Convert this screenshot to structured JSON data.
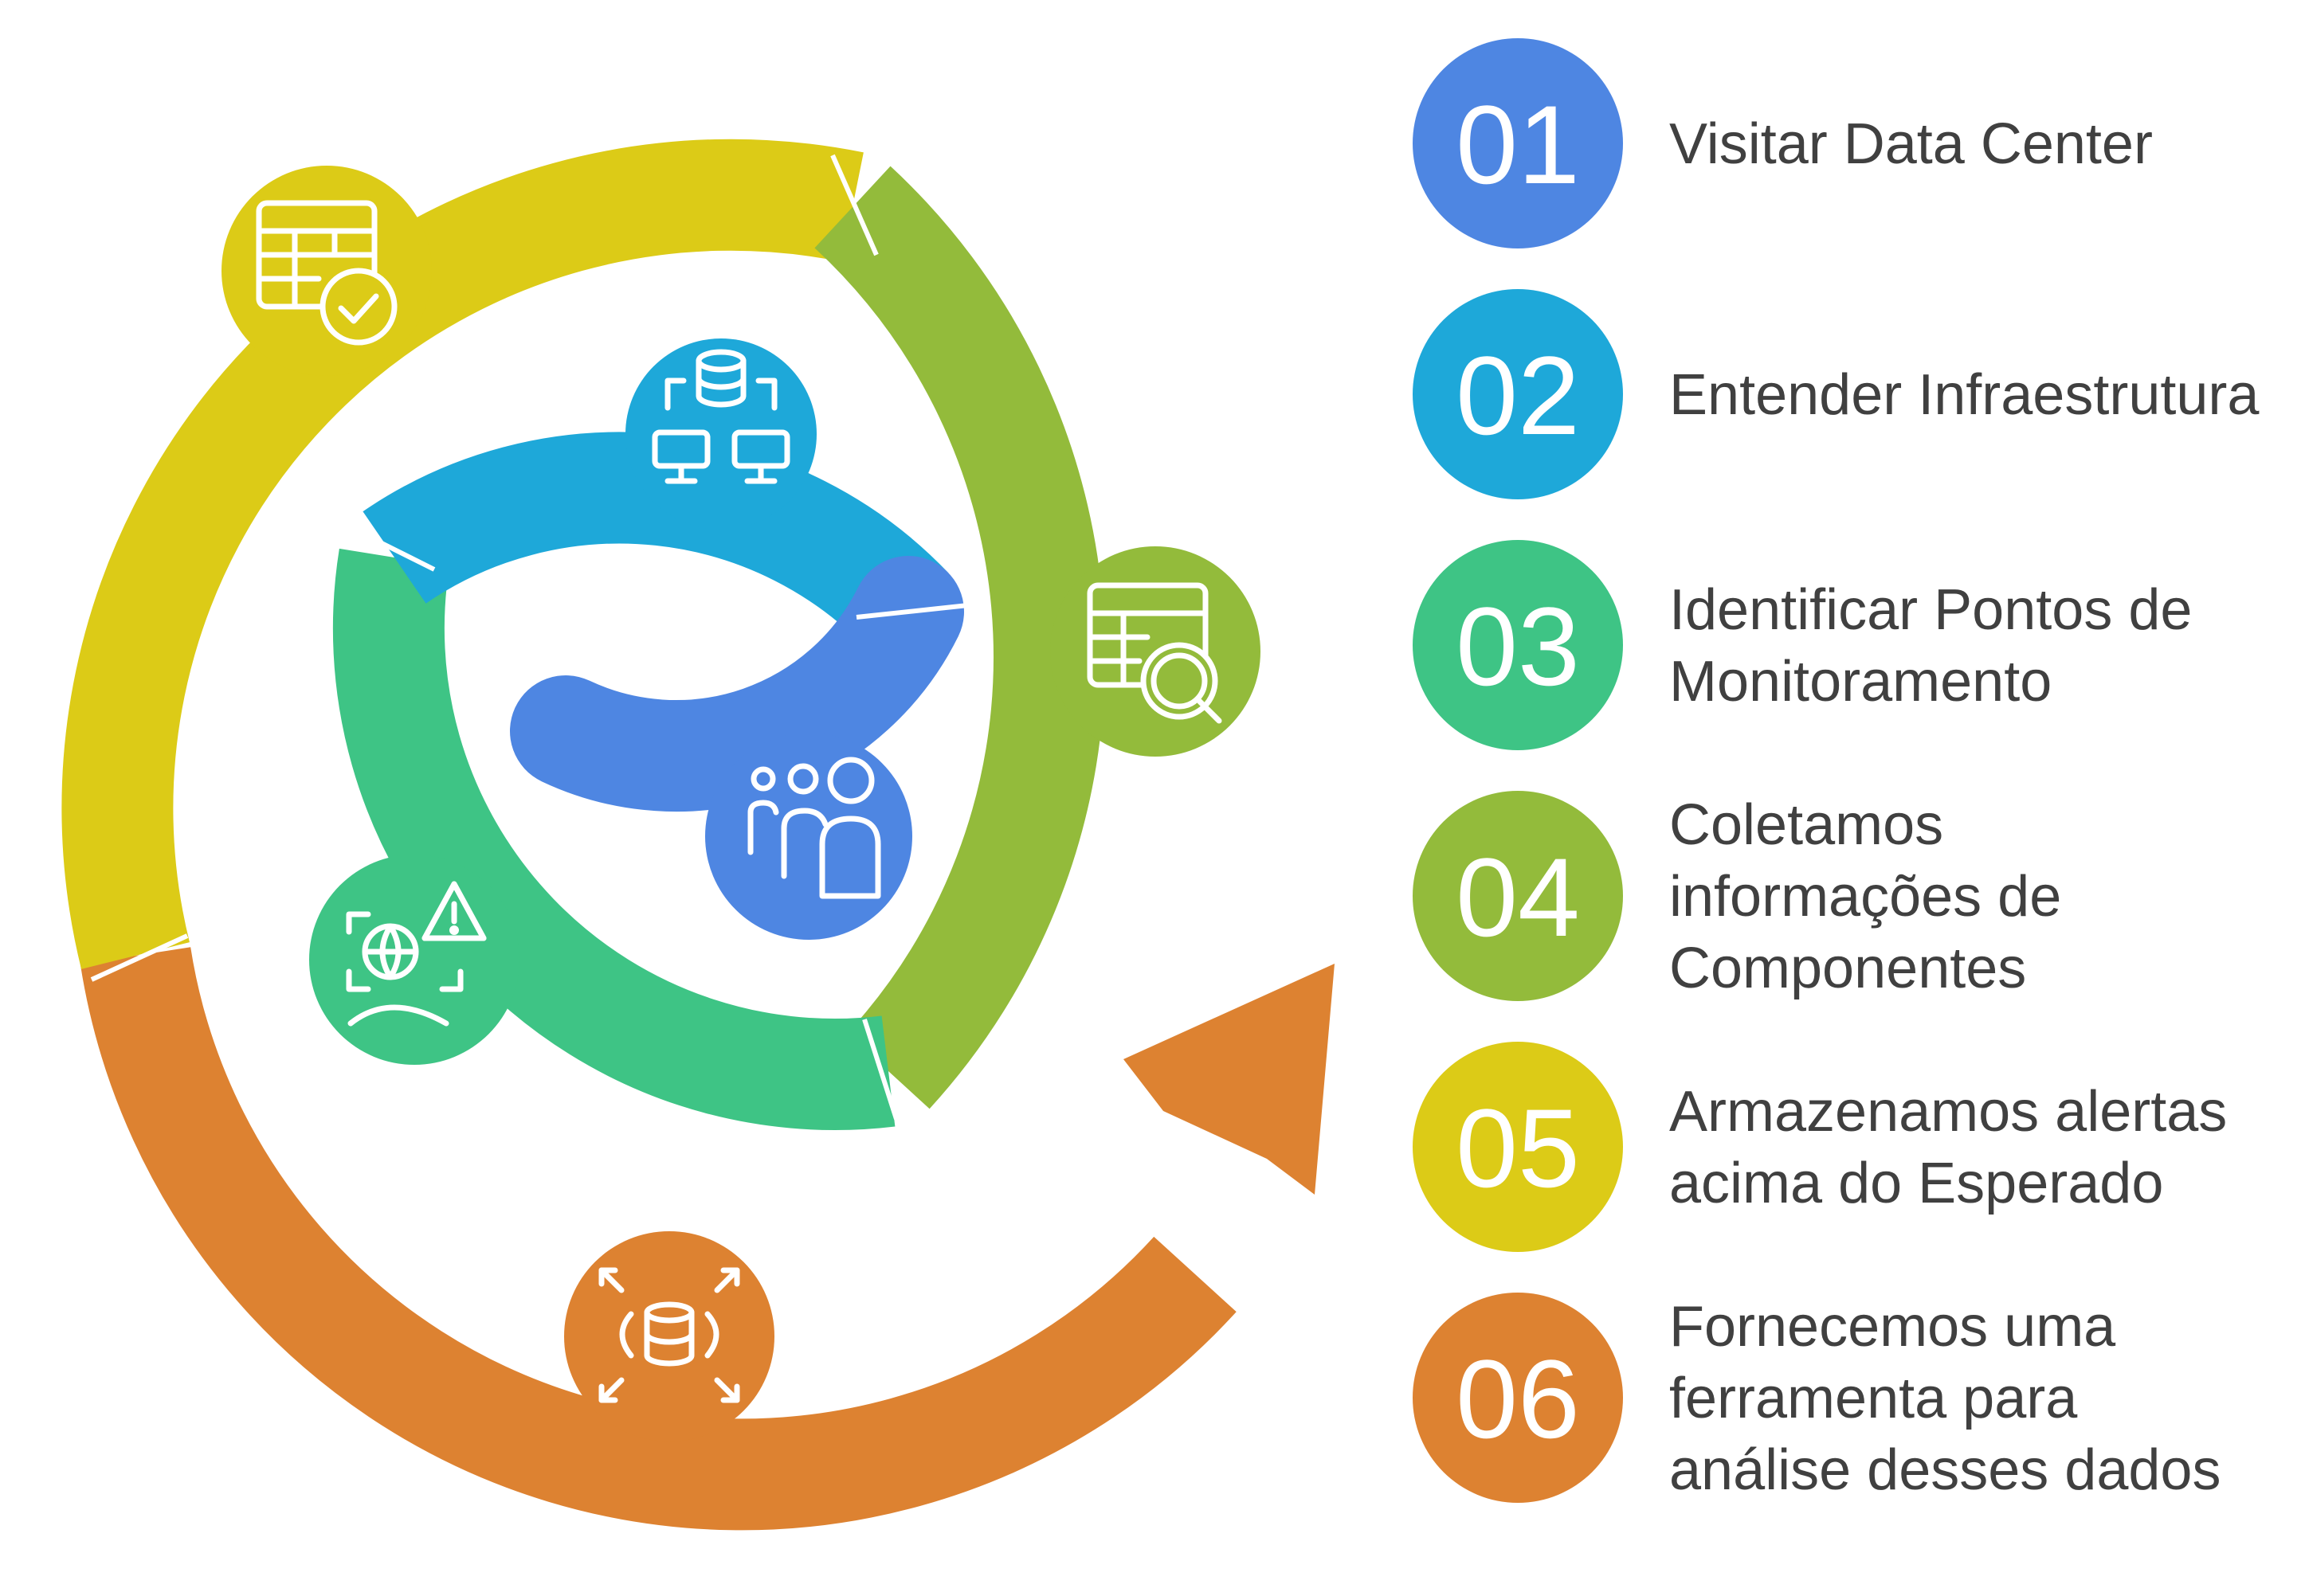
{
  "steps": [
    {
      "number": "01",
      "color": "#4e86e2",
      "label_lines": [
        "Visitar Data Center"
      ],
      "text_color": "#37414f"
    },
    {
      "number": "02",
      "color": "#1ea8d9",
      "label_lines": [
        "Entender Infraestrutura"
      ],
      "text_color": "#37414f"
    },
    {
      "number": "03",
      "color": "#3ec485",
      "label_lines": [
        "Identificar Pontos de",
        "Monitoramento"
      ],
      "text_color": "#37414f"
    },
    {
      "number": "04",
      "color": "#93bb3b",
      "label_lines": [
        "Coletamos",
        "informações de",
        "Componentes"
      ],
      "text_color": "#474630"
    },
    {
      "number": "05",
      "color": "#dccb17",
      "label_lines": [
        "Armazenamos alertas",
        "acima do Esperado"
      ],
      "text_color": "#474630"
    },
    {
      "number": "06",
      "color": "#dd8231",
      "label_lines": [
        "Fornecemos uma",
        "ferramenta para",
        "análise desses dados"
      ],
      "text_color": "#474630"
    }
  ],
  "spiral_icons": [
    {
      "step": "01",
      "icon": "users-group-icon"
    },
    {
      "step": "02",
      "icon": "database-network-icon"
    },
    {
      "step": "03",
      "icon": "globe-alert-icon"
    },
    {
      "step": "04",
      "icon": "table-search-icon"
    },
    {
      "step": "05",
      "icon": "table-check-icon"
    },
    {
      "step": "06",
      "icon": "database-expand-icon"
    }
  ]
}
